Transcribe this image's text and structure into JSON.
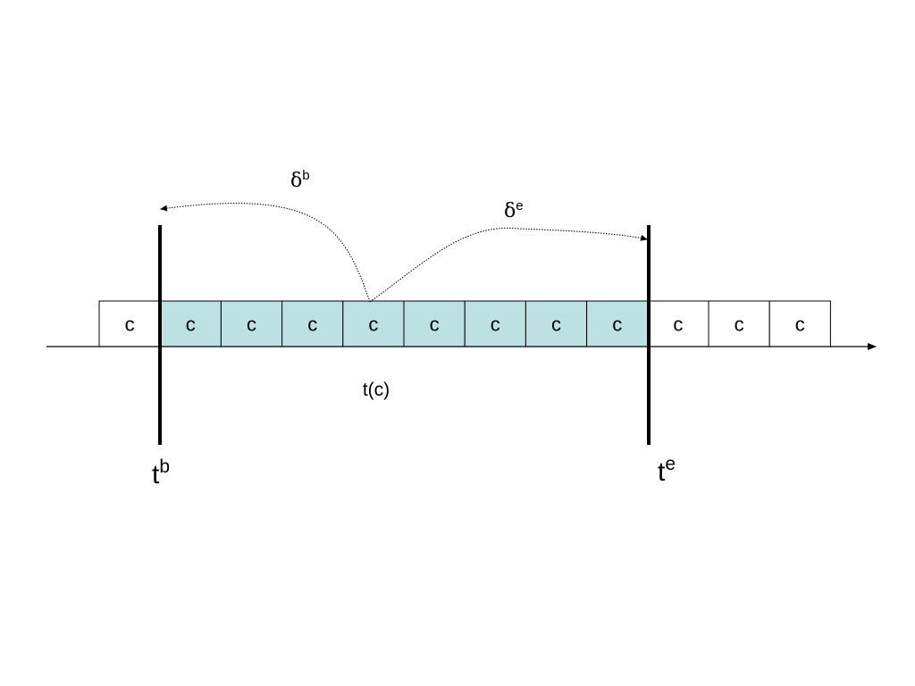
{
  "colors": {
    "highlight_fill": "#bde0e3",
    "plain_fill": "#ffffff",
    "stroke": "#000000"
  },
  "cells": [
    {
      "label": "c",
      "highlighted": false
    },
    {
      "label": "c",
      "highlighted": true
    },
    {
      "label": "c",
      "highlighted": true
    },
    {
      "label": "c",
      "highlighted": true
    },
    {
      "label": "c",
      "highlighted": true
    },
    {
      "label": "c",
      "highlighted": true
    },
    {
      "label": "c",
      "highlighted": true
    },
    {
      "label": "c",
      "highlighted": true
    },
    {
      "label": "c",
      "highlighted": true
    },
    {
      "label": "c",
      "highlighted": false
    },
    {
      "label": "c",
      "highlighted": false
    },
    {
      "label": "c",
      "highlighted": false
    }
  ],
  "labels": {
    "tc": "t(c)",
    "tb_base": "t",
    "tb_sup": "b",
    "te_base": "t",
    "te_sup": "e",
    "delta_b_base": "δ",
    "delta_b_sup": "b",
    "delta_e_base": "δ",
    "delta_e_sup": "e"
  }
}
